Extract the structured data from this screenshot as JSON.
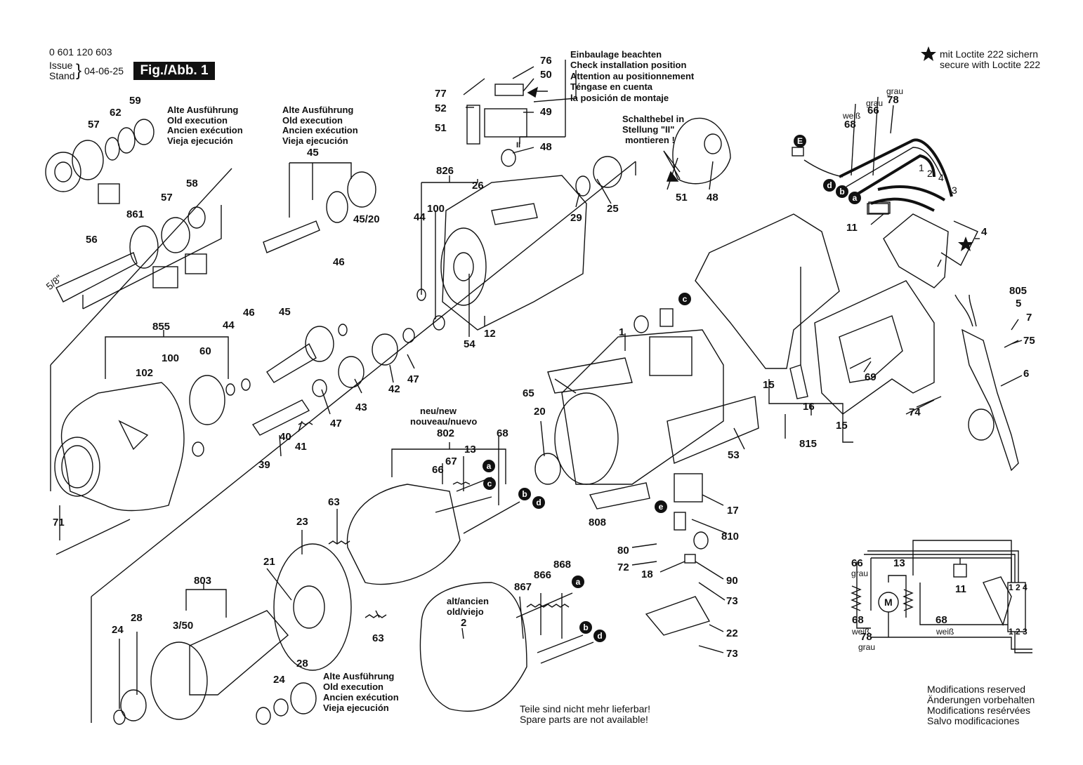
{
  "header": {
    "doc_number": "0 601 120 603",
    "issue_label": "Issue",
    "stand_label": "Stand",
    "issue_date": "04-06-25",
    "figure_label": "Fig./Abb. 1"
  },
  "loctite_note": {
    "line1": "mit Loctite 222 sichern",
    "line2": "secure with Loctite 222"
  },
  "install_note": {
    "line1": "Einbaulage beachten",
    "line2": "Check installation position",
    "line3": "Attention au positionnement",
    "line4": "Téngase en cuenta",
    "line5": "la posición de montaje"
  },
  "switch_note": {
    "line1": "Schalthebel in",
    "line2": "Stellung \"II\"",
    "line3": "montieren !"
  },
  "old_execution_1": {
    "de": "Alte Ausführung",
    "en": "Old execution",
    "fr": "Ancien exécution",
    "es": "Vieja ejecución"
  },
  "old_execution_2": {
    "de": "Alte Ausführung",
    "en": "Old execution",
    "fr": "Ancien exécution",
    "es": "Vieja ejecución"
  },
  "old_execution_3": {
    "de": "Alte Ausführung",
    "en": "Old execution",
    "fr": "Ancien exécution",
    "es": "Vieja ejecución"
  },
  "new_label": {
    "line1": "neu/new",
    "line2": "nouveau/nuevo"
  },
  "old_label": {
    "line1": "alt/ancien",
    "line2": "old/viejo"
  },
  "not_available": {
    "line1": "Teile sind nicht mehr lieferbar!",
    "line2": "Spare parts are not available!"
  },
  "modifications": {
    "line1": "Modifications reserved",
    "line2": "Änderungen vorbehalten",
    "line3": "Modifications resérvées",
    "line4": "Salvo modificaciones"
  },
  "wire_labels": {
    "grau": "grau",
    "weiss": "weiß"
  },
  "thread_label": "5/8\"",
  "position_mark": "II",
  "schematic": {
    "motor": "M",
    "term_top": "1 2 4",
    "term_bottom": "1 2 3"
  },
  "connector_letters": [
    "a",
    "b",
    "c",
    "d",
    "e"
  ],
  "earth_letter": "E",
  "wire_numbers": [
    "1",
    "2",
    "4",
    "3"
  ],
  "part_numbers": [
    {
      "id": "p77",
      "text": "77"
    },
    {
      "id": "p76",
      "text": "76"
    },
    {
      "id": "p50",
      "text": "50"
    },
    {
      "id": "p52",
      "text": "52"
    },
    {
      "id": "p49",
      "text": "49"
    },
    {
      "id": "p51a",
      "text": "51"
    },
    {
      "id": "p48a",
      "text": "48"
    },
    {
      "id": "p59",
      "text": "59"
    },
    {
      "id": "p62",
      "text": "62"
    },
    {
      "id": "p57a",
      "text": "57"
    },
    {
      "id": "p45a",
      "text": "45"
    },
    {
      "id": "p4520",
      "text": "45/20"
    },
    {
      "id": "p826",
      "text": "826"
    },
    {
      "id": "p26",
      "text": "26"
    },
    {
      "id": "p29",
      "text": "29"
    },
    {
      "id": "p25",
      "text": "25"
    },
    {
      "id": "p44a",
      "text": "44"
    },
    {
      "id": "p100a",
      "text": "100"
    },
    {
      "id": "p51b",
      "text": "51"
    },
    {
      "id": "p48b",
      "text": "48"
    },
    {
      "id": "p861",
      "text": "861"
    },
    {
      "id": "p57b",
      "text": "57"
    },
    {
      "id": "p58",
      "text": "58"
    },
    {
      "id": "p56",
      "text": "56"
    },
    {
      "id": "p46a",
      "text": "46"
    },
    {
      "id": "p54",
      "text": "54"
    },
    {
      "id": "p12",
      "text": "12"
    },
    {
      "id": "p855",
      "text": "855"
    },
    {
      "id": "p45b",
      "text": "45"
    },
    {
      "id": "p44b",
      "text": "44"
    },
    {
      "id": "p46b",
      "text": "46"
    },
    {
      "id": "p102",
      "text": "102"
    },
    {
      "id": "p100b",
      "text": "100"
    },
    {
      "id": "p60",
      "text": "60"
    },
    {
      "id": "p42",
      "text": "42"
    },
    {
      "id": "p47a",
      "text": "47"
    },
    {
      "id": "p43",
      "text": "43"
    },
    {
      "id": "p47b",
      "text": "47"
    },
    {
      "id": "p40",
      "text": "40"
    },
    {
      "id": "p41",
      "text": "41"
    },
    {
      "id": "p39",
      "text": "39"
    },
    {
      "id": "p1",
      "text": "1"
    },
    {
      "id": "p65",
      "text": "65"
    },
    {
      "id": "p20",
      "text": "20"
    },
    {
      "id": "p802",
      "text": "802"
    },
    {
      "id": "p13",
      "text": "13"
    },
    {
      "id": "p68a",
      "text": "68"
    },
    {
      "id": "p66a",
      "text": "66"
    },
    {
      "id": "p67",
      "text": "67"
    },
    {
      "id": "p53",
      "text": "53"
    },
    {
      "id": "p17",
      "text": "17"
    },
    {
      "id": "p808",
      "text": "808"
    },
    {
      "id": "p810",
      "text": "810"
    },
    {
      "id": "p80",
      "text": "80"
    },
    {
      "id": "p72",
      "text": "72"
    },
    {
      "id": "p18",
      "text": "18"
    },
    {
      "id": "p90",
      "text": "90"
    },
    {
      "id": "p73a",
      "text": "73"
    },
    {
      "id": "p22",
      "text": "22"
    },
    {
      "id": "p73b",
      "text": "73"
    },
    {
      "id": "p71",
      "text": "71"
    },
    {
      "id": "p63a",
      "text": "63"
    },
    {
      "id": "p23",
      "text": "23"
    },
    {
      "id": "p21",
      "text": "21"
    },
    {
      "id": "p803",
      "text": "803"
    },
    {
      "id": "p350",
      "text": "3/50"
    },
    {
      "id": "p24a",
      "text": "24"
    },
    {
      "id": "p28a",
      "text": "28"
    },
    {
      "id": "p63b",
      "text": "63"
    },
    {
      "id": "p868",
      "text": "868"
    },
    {
      "id": "p866",
      "text": "866"
    },
    {
      "id": "p867",
      "text": "867"
    },
    {
      "id": "p2",
      "text": "2"
    },
    {
      "id": "p24b",
      "text": "24"
    },
    {
      "id": "p28b",
      "text": "28"
    },
    {
      "id": "p78a",
      "text": "78"
    },
    {
      "id": "p66b",
      "text": "66"
    },
    {
      "id": "p68b",
      "text": "68"
    },
    {
      "id": "p11a",
      "text": "11"
    },
    {
      "id": "p4",
      "text": "4"
    },
    {
      "id": "p805",
      "text": "805"
    },
    {
      "id": "p5",
      "text": "5"
    },
    {
      "id": "p7",
      "text": "7"
    },
    {
      "id": "p75",
      "text": "75"
    },
    {
      "id": "p6",
      "text": "6"
    },
    {
      "id": "p69",
      "text": "69"
    },
    {
      "id": "p15a",
      "text": "15"
    },
    {
      "id": "p16",
      "text": "16"
    },
    {
      "id": "p15b",
      "text": "15"
    },
    {
      "id": "p74",
      "text": "74"
    },
    {
      "id": "p815",
      "text": "815"
    },
    {
      "id": "p66c",
      "text": "66"
    },
    {
      "id": "p13b",
      "text": "13"
    },
    {
      "id": "p11b",
      "text": "11"
    },
    {
      "id": "p68c",
      "text": "68"
    },
    {
      "id": "p68d",
      "text": "68"
    },
    {
      "id": "p78b",
      "text": "78"
    }
  ]
}
